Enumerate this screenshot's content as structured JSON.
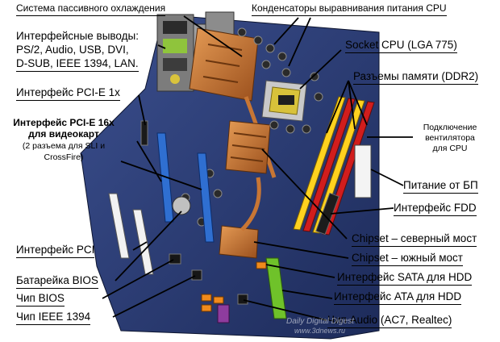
{
  "labels": {
    "passive_cooling": "Система пассивного охлаждения",
    "capacitors": "Конденсаторы выравнивания питания CPU",
    "io_line1": "Интерфейсные выводы:",
    "io_line2": "PS/2, Audio, USB, DVI,",
    "io_line3": "D-SUB, IEEE 1394, LAN.",
    "socket": "Socket CPU (LGA 775)",
    "memory": "Разъемы памяти (DDR2)",
    "pcie1x": "Интерфейс PCI-E 1x",
    "pcie16_line1": "Интерфейс PCI-E 16x",
    "pcie16_line2": "для видеокарт",
    "pcie16_line3": "(2 разъема для SLI и",
    "pcie16_line4": "CrossFire)",
    "fan_line1": "Подключение",
    "fan_line2": "вентилятора",
    "fan_line3": "для CPU",
    "psu": "Питание от БП",
    "fdd": "Интерфейс FDD",
    "northbridge": "Chipset – северный мост",
    "southbridge": "Chipset – южный мост",
    "sata": "Интерфейс SATA для HDD",
    "ata": "Интерфейс ATA для HDD",
    "audio": "Чип Audio (AC7, Realtec)",
    "pci": "Интерфейс PCI",
    "battery": "Батарейка BIOS",
    "bios": "Чип BIOS",
    "ieee1394": "Чип IEEE 1394"
  },
  "watermark": {
    "line1": "Daily Digital Digest",
    "line2": "www.3dnews.ru"
  },
  "colors": {
    "board": "#2c3f7a",
    "board_dark": "#1c2a57",
    "pcie_slot": "#2f6fd1",
    "pci_slot": "#f2f2f2",
    "ddr_yellow": "#ffd21f",
    "ddr_red": "#d11d1d",
    "heatpipe": "#c87634",
    "sata_orange": "#f08a1c",
    "ide_green": "#6fc22a",
    "socket": "#b8b8b8",
    "line": "#000000"
  }
}
